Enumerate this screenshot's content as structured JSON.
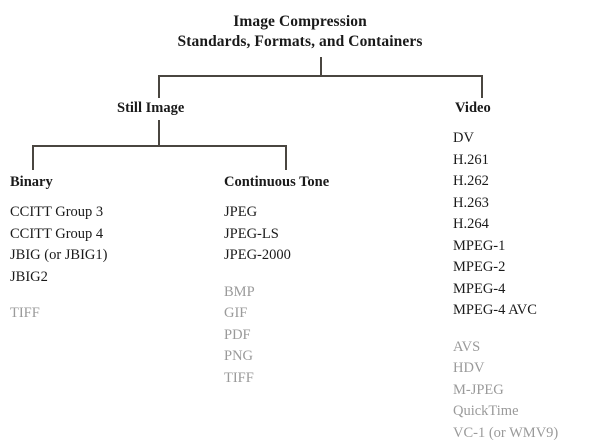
{
  "diagram": {
    "title": {
      "line1": "Image Compression",
      "line2": "Standards, Formats, and Containers"
    },
    "colors": {
      "background": "#ffffff",
      "text": "#1a1a1a",
      "muted_text": "#9a9a9a",
      "connector": "#4a4640"
    },
    "branches": {
      "still_image": "Still Image",
      "video": "Video"
    },
    "columns": [
      {
        "key": "binary",
        "heading": "Binary",
        "primary_items": [
          "CCITT Group 3",
          "CCITT Group 4",
          "JBIG (or JBIG1)",
          "JBIG2"
        ],
        "secondary_items": [
          "TIFF"
        ]
      },
      {
        "key": "continuous_tone",
        "heading": "Continuous Tone",
        "primary_items": [
          "JPEG",
          "JPEG-LS",
          "JPEG-2000"
        ],
        "secondary_items": [
          "BMP",
          "GIF",
          "PDF",
          "PNG",
          "TIFF"
        ]
      },
      {
        "key": "video",
        "heading": "",
        "primary_items": [
          "DV",
          "H.261",
          "H.262",
          "H.263",
          "H.264",
          "MPEG-1",
          "MPEG-2",
          "MPEG-4",
          "MPEG-4 AVC"
        ],
        "secondary_items": [
          "AVS",
          "HDV",
          "M-JPEG",
          "QuickTime",
          "VC-1 (or WMV9)"
        ]
      }
    ]
  }
}
